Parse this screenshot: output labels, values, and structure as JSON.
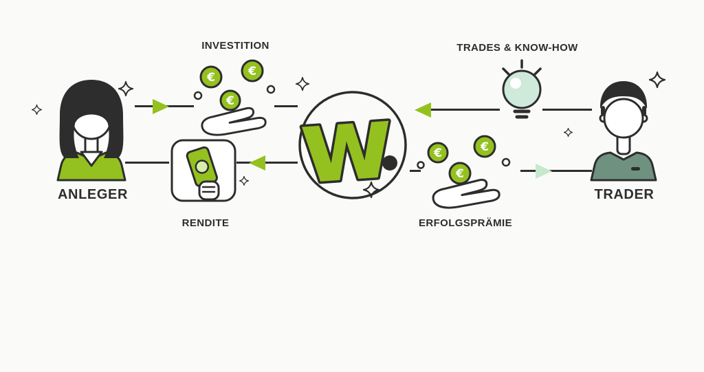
{
  "colors": {
    "background": "#fafaf8",
    "outline": "#2d2d2d",
    "green": "#94c11f",
    "mint": "#cfe9da",
    "mint_arrow": "#c6e8cc",
    "sage": "#6f9180",
    "note_inner": "#d8ecad"
  },
  "actors": {
    "investor": {
      "label": "ANLEGER"
    },
    "trader": {
      "label": "TRADER"
    }
  },
  "flows": {
    "investition": {
      "label": "INVESTITION",
      "from": "ANLEGER",
      "to": "wikifolio",
      "direction": "right"
    },
    "rendite": {
      "label": "RENDITE",
      "from": "wikifolio",
      "to": "ANLEGER",
      "direction": "left"
    },
    "trades_knowhow": {
      "label": "TRADES & KNOW-HOW",
      "from": "TRADER",
      "to": "wikifolio",
      "direction": "left"
    },
    "erfolgspraemie": {
      "label": "ERFOLGSPRÄMIE",
      "from": "wikifolio",
      "to": "TRADER",
      "direction": "right"
    }
  },
  "center_logo": {
    "letter": "w",
    "dot": "."
  },
  "symbols": {
    "euro": "€"
  },
  "icons": {
    "euro-coin": "€",
    "sparkle": "✦",
    "arrow-right": "▶",
    "arrow-left": "◀",
    "lightbulb": "css-svg-shape",
    "open-hand": "css-svg-shape",
    "banknote-in-hand": "css-svg-shape"
  }
}
